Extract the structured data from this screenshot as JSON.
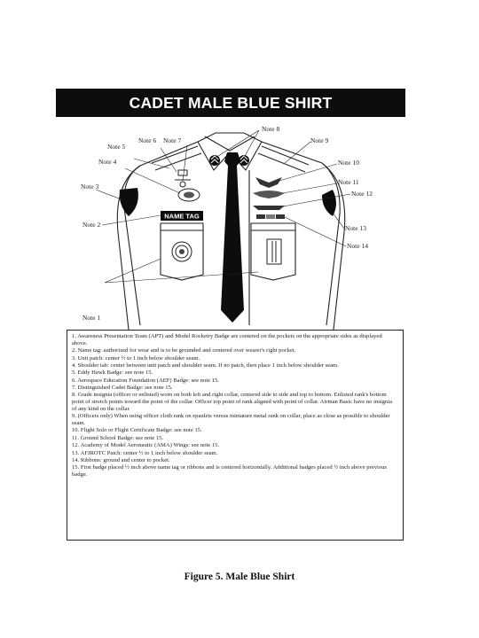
{
  "title": "CADET MALE BLUE SHIRT",
  "callouts": {
    "note1": "Note 1",
    "note2": "Note 2",
    "note3": "Note 3",
    "note4": "Note 4",
    "note5": "Note 5",
    "note6": "Note 6",
    "note7": "Note 7",
    "note8": "Note 8",
    "note9": "Note 9",
    "note10": "Note 10",
    "note11": "Note 11",
    "note12": "Note 12",
    "note13": "Note 13",
    "note14": "Note 14"
  },
  "name_tag": "NAME TAG",
  "notes": [
    "1. Awareness Presentation Team (APT) and Model Rocketry Badge are centered on the pockets on the appropriate sides as displayed above.",
    "2. Name tag: authorized for wear and is to be grounded and centered over wearer's right pocket.",
    "3. Unit patch: center ½ to 1 inch below shoulder seam.",
    "4. Shoulder tab: center between unit patch and shoulder seam. If no patch, then place 1 inch below shoulder seam.",
    "5. Eddy Hawk Badge: see note 15.",
    "6. Aerospace Education Foundation (AEF) Badge: see note 15.",
    "7. Distinguished Cadet Badge: see note 15.",
    "8. Grade insignia (officer or enlisted) worn on both left and right collar, centered side to side and top to bottom. Enlisted rank's bottom point of stretch points toward the point of the collar. Officer top point of rank aligned with point of collar. Airman Basic have no insignia of any kind on the collar.",
    "9. (Officers only) When using officer cloth rank on epaulets versus miniature metal rank on collar, place as close as possible to shoulder seam.",
    "10. Flight Solo or Flight Certificate Badge: see note 15.",
    "11. Ground School Badge: see note 15.",
    "12. Academy of Model Aeronautic (AMA) Wings: see note 15.",
    "13. AFJROTC Patch: center ½ to 1 inch below shoulder seam.",
    "14. Ribbons: ground and center to pocket.",
    "15. First badge placed ½ inch above name tag or ribbons and is centered horizontally. Additional badges placed ½ inch above previous badge."
  ],
  "caption": "Figure 5. Male Blue Shirt"
}
